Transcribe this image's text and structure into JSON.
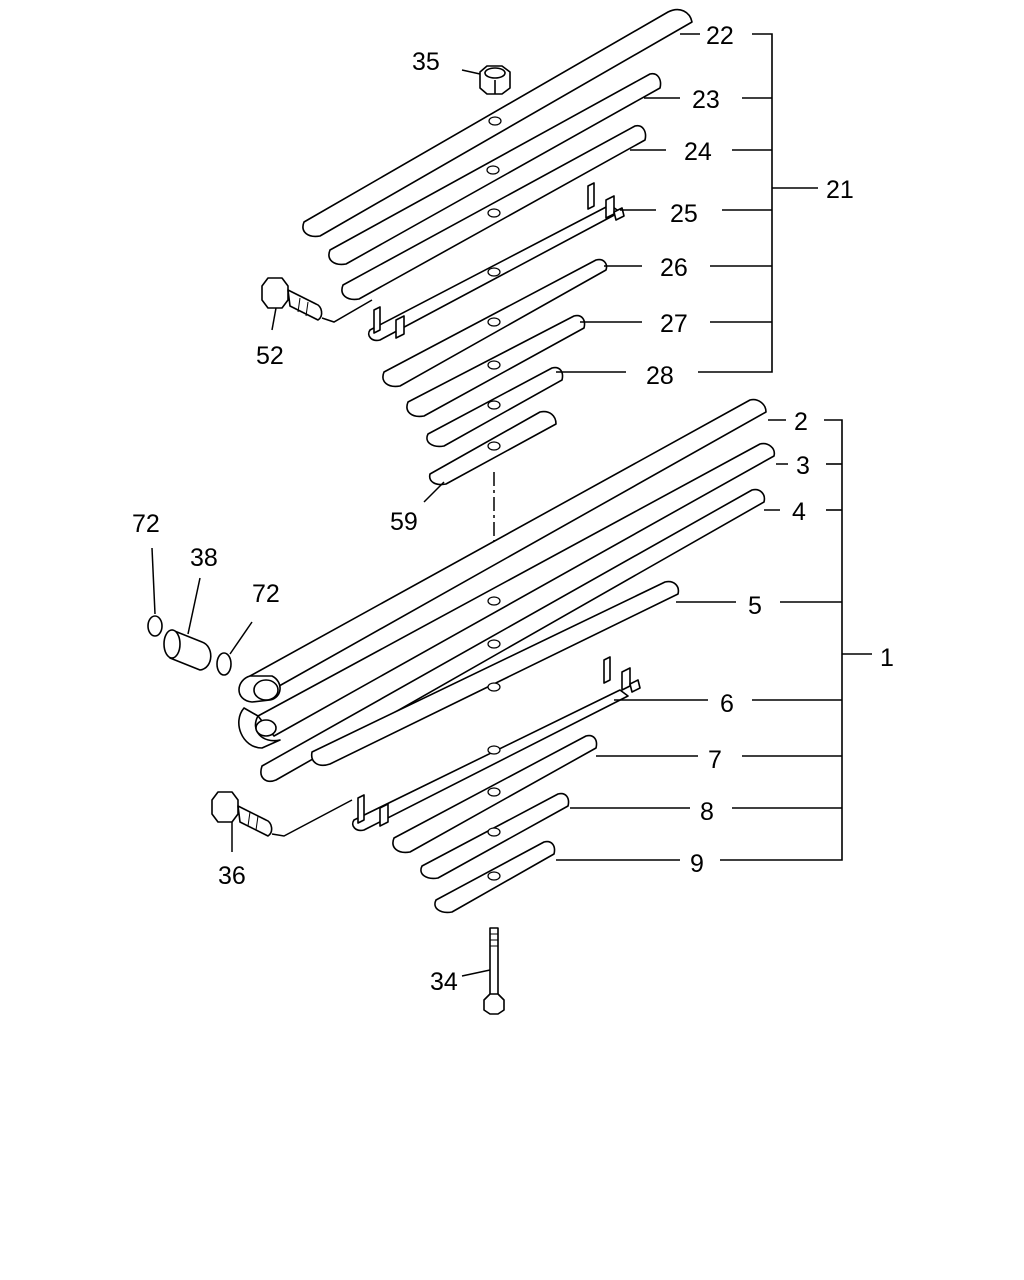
{
  "callouts": {
    "c22": "22",
    "c23": "23",
    "c24": "24",
    "c25": "25",
    "c26": "26",
    "c27": "27",
    "c28": "28",
    "c21": "21",
    "c35": "35",
    "c52": "52",
    "c59": "59",
    "c2": "2",
    "c3": "3",
    "c4": "4",
    "c5": "5",
    "c6": "6",
    "c7": "7",
    "c8": "8",
    "c9": "9",
    "c1": "1",
    "c72a": "72",
    "c38": "38",
    "c72b": "72",
    "c36": "36",
    "c34": "34"
  },
  "colors": {
    "ink": "#000000",
    "paper": "#ffffff"
  }
}
